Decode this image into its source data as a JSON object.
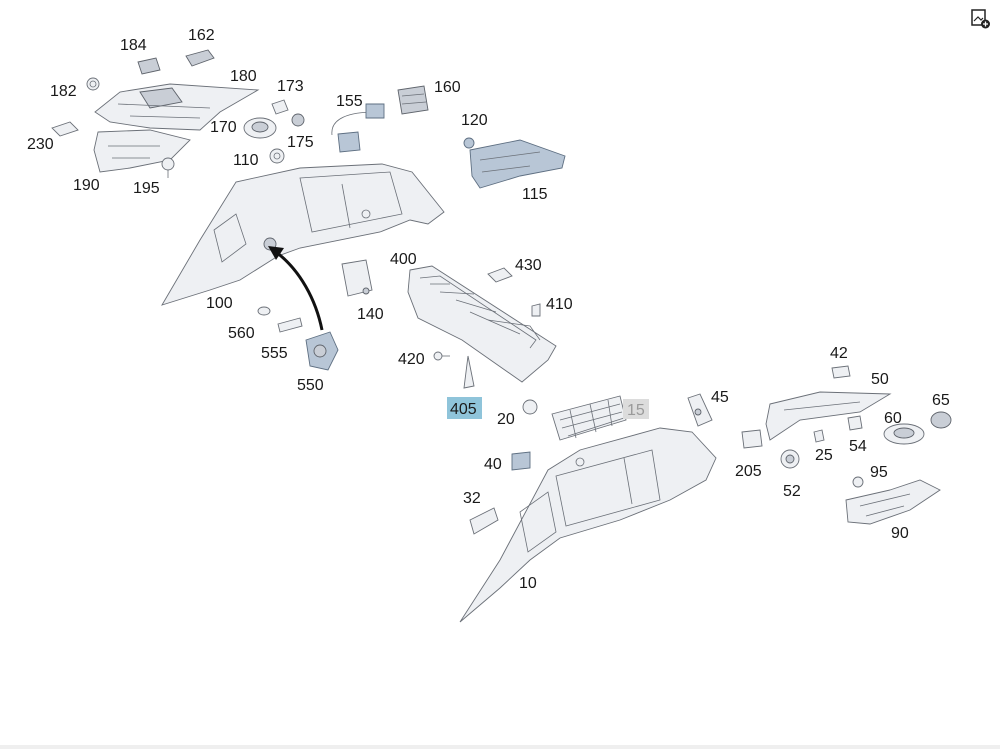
{
  "toolbar": {
    "corner_icon": "image-add-icon"
  },
  "colors": {
    "highlight": "#8fc4da",
    "muted_label_bg": "#dcdcdc"
  },
  "callouts": [
    {
      "id": "184",
      "label": "184"
    },
    {
      "id": "162",
      "label": "162"
    },
    {
      "id": "182",
      "label": "182"
    },
    {
      "id": "180",
      "label": "180"
    },
    {
      "id": "173",
      "label": "173"
    },
    {
      "id": "155",
      "label": "155"
    },
    {
      "id": "160",
      "label": "160"
    },
    {
      "id": "170",
      "label": "170"
    },
    {
      "id": "175",
      "label": "175"
    },
    {
      "id": "120",
      "label": "120"
    },
    {
      "id": "230",
      "label": "230"
    },
    {
      "id": "110",
      "label": "110"
    },
    {
      "id": "190",
      "label": "190"
    },
    {
      "id": "195",
      "label": "195"
    },
    {
      "id": "115",
      "label": "115"
    },
    {
      "id": "400",
      "label": "400"
    },
    {
      "id": "430",
      "label": "430"
    },
    {
      "id": "100",
      "label": "100"
    },
    {
      "id": "410",
      "label": "410"
    },
    {
      "id": "140",
      "label": "140"
    },
    {
      "id": "560",
      "label": "560"
    },
    {
      "id": "555",
      "label": "555"
    },
    {
      "id": "420",
      "label": "420"
    },
    {
      "id": "550",
      "label": "550"
    },
    {
      "id": "42",
      "label": "42"
    },
    {
      "id": "50",
      "label": "50"
    },
    {
      "id": "405",
      "label": "405"
    },
    {
      "id": "45",
      "label": "45"
    },
    {
      "id": "65",
      "label": "65"
    },
    {
      "id": "20",
      "label": "20"
    },
    {
      "id": "15",
      "label": "15"
    },
    {
      "id": "60",
      "label": "60"
    },
    {
      "id": "54",
      "label": "54"
    },
    {
      "id": "205",
      "label": "205"
    },
    {
      "id": "25",
      "label": "25"
    },
    {
      "id": "40",
      "label": "40"
    },
    {
      "id": "95",
      "label": "95"
    },
    {
      "id": "52",
      "label": "52"
    },
    {
      "id": "32",
      "label": "32"
    },
    {
      "id": "90",
      "label": "90"
    },
    {
      "id": "10",
      "label": "10"
    }
  ]
}
